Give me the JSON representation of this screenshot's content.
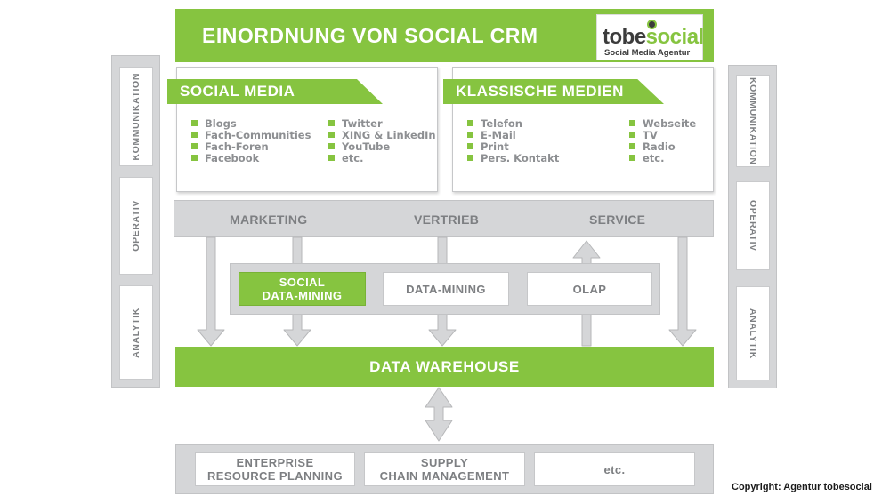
{
  "header": {
    "title": "EINORDNUNG VON SOCIAL CRM",
    "logo_text_tobe": "tobe",
    "logo_text_social": "social",
    "logo_subtitle": "Social Media Agentur"
  },
  "side_labels": [
    "KOMMUNIKATION",
    "OPERATIV",
    "ANALYTIK"
  ],
  "social_media": {
    "title": "SOCIAL MEDIA",
    "col1": [
      "Blogs",
      "Fach-Communities",
      "Fach-Foren",
      "Facebook"
    ],
    "col2": [
      "Twitter",
      "XING & LinkedIn",
      "YouTube",
      "etc."
    ]
  },
  "klassische_medien": {
    "title": "KLASSISCHE MEDIEN",
    "col1": [
      "Telefon",
      "E-Mail",
      "Print",
      "Pers. Kontakt"
    ],
    "col2": [
      "Webseite",
      "TV",
      "Radio",
      "etc."
    ]
  },
  "operations_bar": [
    "MARKETING",
    "VERTRIEB",
    "SERVICE"
  ],
  "analysis_boxes": {
    "social_datamining_line1": "SOCIAL",
    "social_datamining_line2": "DATA-MINING",
    "datamining": "DATA-MINING",
    "olap": "OLAP"
  },
  "data_warehouse": "DATA WAREHOUSE",
  "bottom_boxes": {
    "erp_line1": "ENTERPRISE",
    "erp_line2": "RESOURCE PLANNING",
    "scm_line1": "SUPPLY",
    "scm_line2": "CHAIN MANAGEMENT",
    "etc": "etc."
  },
  "copyright": "Copyright: Agentur tobesocial",
  "colors": {
    "accent_green": "#86c440",
    "gray": "#d5d6d8",
    "text_gray": "#7d7f82"
  }
}
